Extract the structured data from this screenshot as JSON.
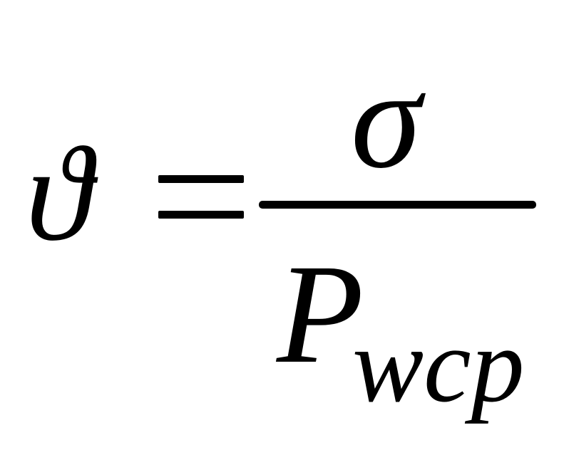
{
  "formula": {
    "lhs": "ϑ",
    "operator": "=",
    "numerator": "σ",
    "denominator": "P",
    "denominator_subscript": "wcp"
  }
}
